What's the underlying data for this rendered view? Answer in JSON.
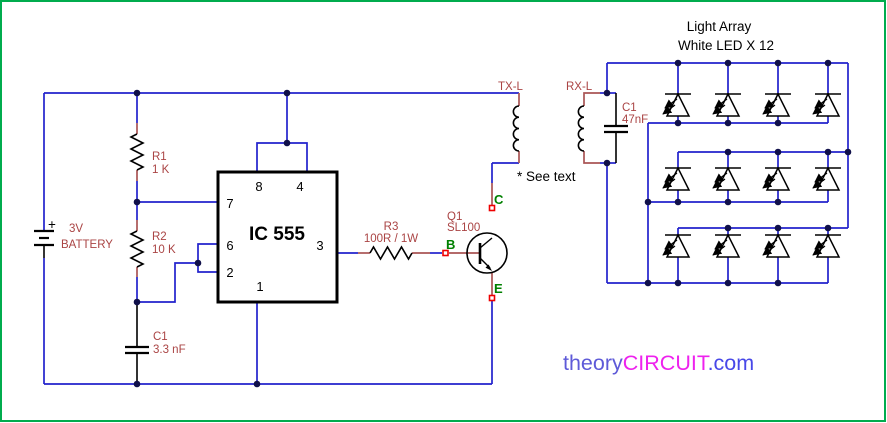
{
  "schematic": {
    "note": "* See text",
    "array_title_line1": "Light Array",
    "array_title_line2": "White LED X 12"
  },
  "watermark": {
    "theory": "theory",
    "circuit": "CIRCUIT",
    "com": ".com"
  },
  "components": {
    "battery": {
      "plus": "+",
      "voltage": "3V",
      "name": "BATTERY"
    },
    "r1": {
      "ref": "R1",
      "value": "1 K"
    },
    "r2": {
      "ref": "R2",
      "value": "10 K"
    },
    "c_timing": {
      "ref": "C1",
      "value": "3.3 nF"
    },
    "ic555": {
      "label": "IC 555",
      "pin8": "8",
      "pin4": "4",
      "pin7": "7",
      "pin6": "6",
      "pin2": "2",
      "pin3": "3",
      "pin1": "1"
    },
    "r3": {
      "ref": "R3",
      "value": "100R / 1W"
    },
    "q1": {
      "ref": "Q1",
      "value": "SL100",
      "base": "B",
      "collector": "C",
      "emitter": "E"
    },
    "tx_coil": {
      "ref": "TX-L"
    },
    "rx_coil": {
      "ref": "RX-L"
    },
    "c_tank": {
      "ref": "C1",
      "value": "47nF"
    }
  },
  "led_array": {
    "rows": 3,
    "columns": 4,
    "total_leds": 12
  },
  "colors": {
    "wire": "#2222CC",
    "lead": "#AA5555",
    "label": "#AA4444",
    "component": "#000000",
    "terminal_label": "#008000",
    "terminal_pad": "#EE0000",
    "junction": "#10104A",
    "border": "#00AC4E",
    "brand_theory": "#5E5AD8",
    "brand_circuit": "#EE22EE",
    "brand_com": "#4848E8",
    "background": "#FFFFFF"
  }
}
